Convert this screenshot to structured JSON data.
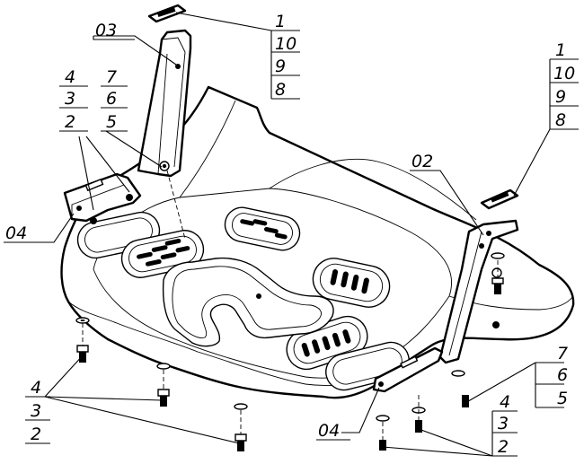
{
  "labels": {
    "top_stack": [
      "1",
      "10",
      "9",
      "8"
    ],
    "right_stack": [
      "1",
      "10",
      "9",
      "8"
    ],
    "mid_left_stack_a": [
      "4",
      "3",
      "2"
    ],
    "mid_left_stack_b": [
      "7",
      "6",
      "5"
    ],
    "bottom_left_stack": [
      "4",
      "3",
      "2"
    ],
    "bottom_right_stack_a": [
      "7",
      "6",
      "5"
    ],
    "bottom_right_stack_b": [
      "4",
      "3",
      "2"
    ],
    "part_03": "03",
    "part_02": "02",
    "part_04_left": "04",
    "part_04_bottom": "04"
  }
}
